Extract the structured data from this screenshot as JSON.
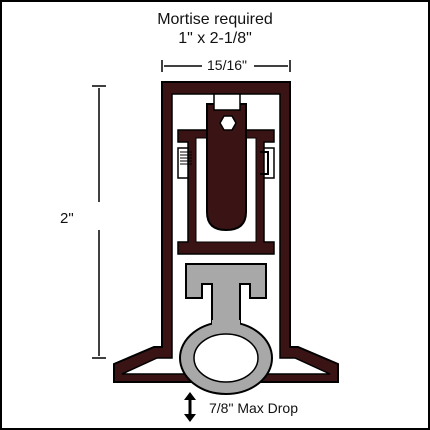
{
  "header": {
    "line1": "Mortise required",
    "line2": "1\" x 2-1/8\""
  },
  "dimensions": {
    "width": "15/16\"",
    "height": "2\"",
    "drop": "7/8\" Max Drop"
  },
  "colors": {
    "body": "#3a1414",
    "seal": "#a8a8a8",
    "outline": "#000000",
    "background": "#ffffff"
  }
}
